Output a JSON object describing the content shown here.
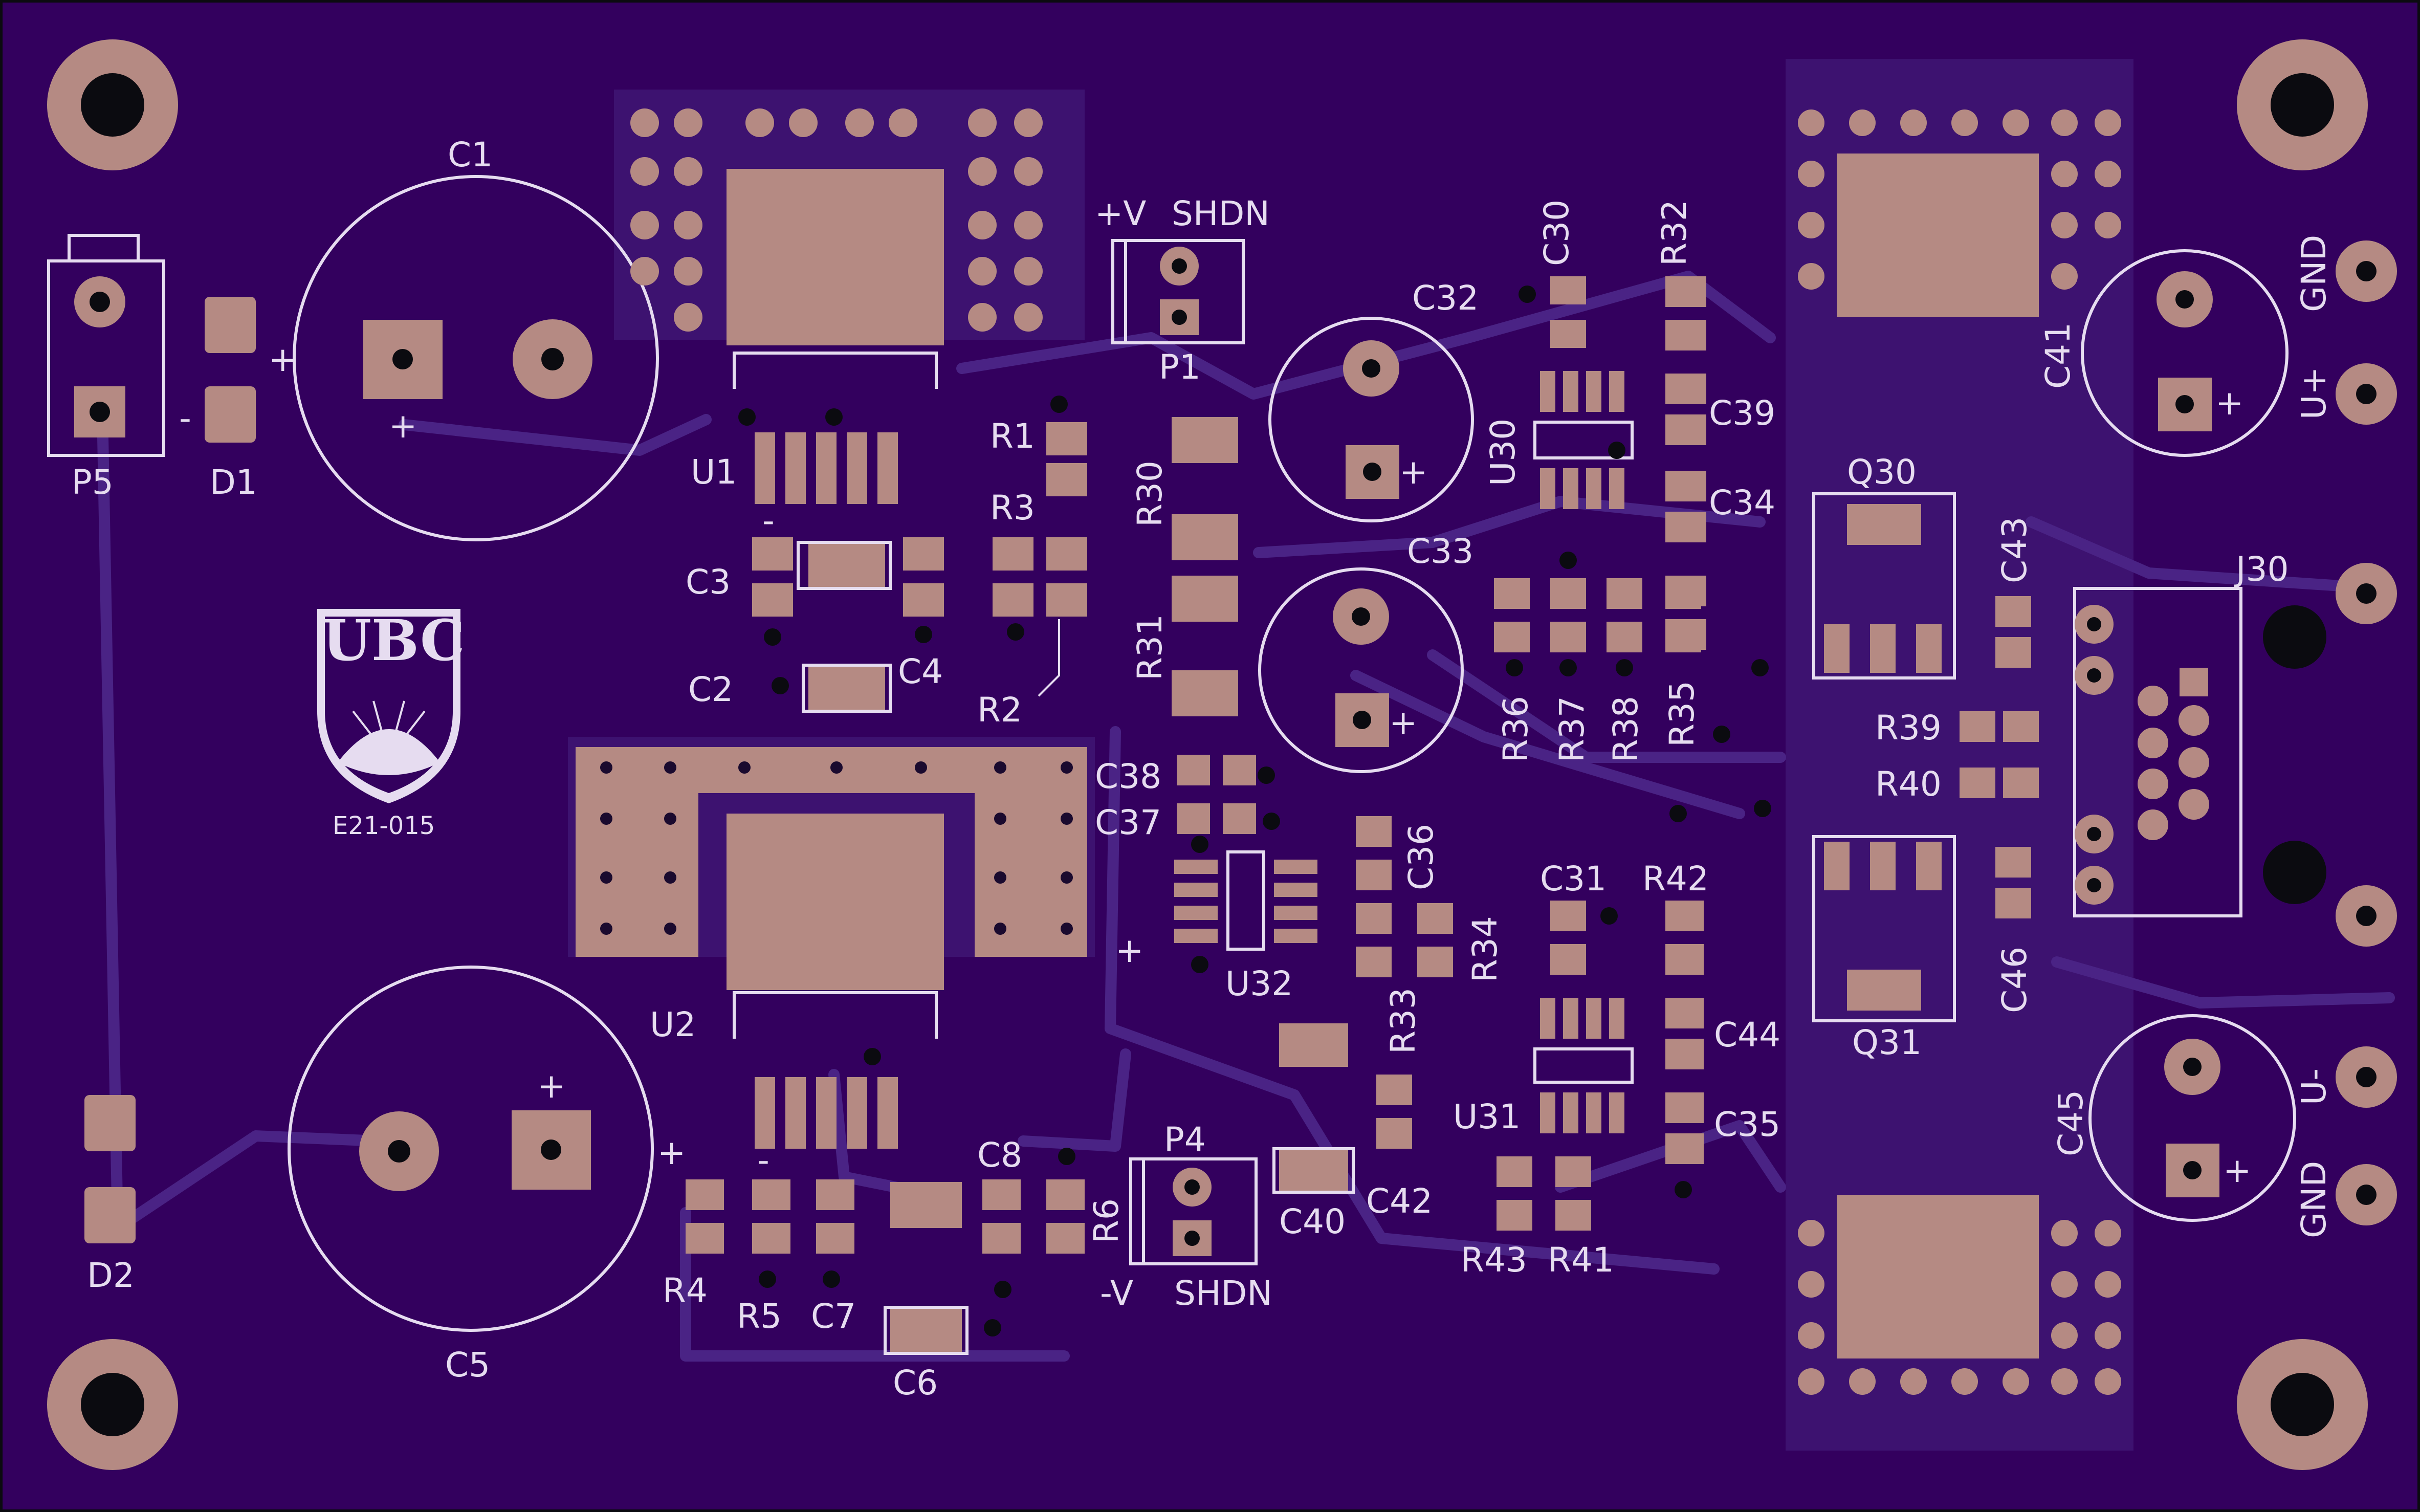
{
  "board": {
    "colors": {
      "substrate": "#33005e",
      "copper_trace": "#4a2385",
      "pad": "#b58a83",
      "silkscreen": "#e6dcf0",
      "hole": "#0b0b10"
    },
    "logo": {
      "text": "UBC",
      "code": "E21-015"
    }
  },
  "labels": {
    "c1": "C1",
    "p5": "P5",
    "d1": "D1",
    "u1": "U1",
    "r1": "R1",
    "r3": "R3",
    "r2": "R2",
    "c2": "C2",
    "c3": "C3",
    "c4": "C4",
    "vplus": "+V",
    "shdn1": "SHDN",
    "p1": "P1",
    "c32": "C32",
    "c30": "C30",
    "r32": "R32",
    "c39": "C39",
    "c34": "C34",
    "u30": "U30",
    "r30": "R30",
    "r31": "R31",
    "c33": "C33",
    "r36": "R36",
    "r37": "R37",
    "r38": "R38",
    "r35": "R35",
    "q30": "Q30",
    "c43": "C43",
    "j30": "J30",
    "r39": "R39",
    "r40": "R40",
    "c46": "C46",
    "q31": "Q31",
    "c41": "C41",
    "gnd1": "GND",
    "uplus": "U+",
    "c45": "C45",
    "uminus": "U-",
    "gnd2": "GND",
    "c38": "C38",
    "c37": "C37",
    "c36": "C36",
    "u32": "U32",
    "r34": "R34",
    "r33": "R33",
    "c31": "C31",
    "r42": "R42",
    "c44": "C44",
    "u31": "U31",
    "c35": "C35",
    "r43": "R43",
    "r41": "R41",
    "c40": "C40",
    "c42": "C42",
    "u2": "U2",
    "c5": "C5",
    "d2": "D2",
    "r4": "R4",
    "r5": "R5",
    "c7": "C7",
    "c8": "C8",
    "c6": "C6",
    "r6": "R6",
    "p4": "P4",
    "vminus": "-V",
    "shdn2": "SHDN"
  }
}
